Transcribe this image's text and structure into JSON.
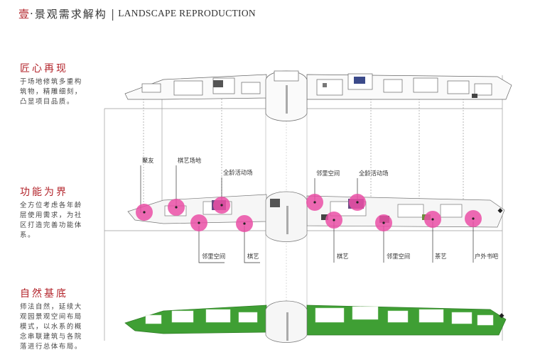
{
  "header": {
    "title_num": "壹",
    "title_dot": "·",
    "title_main": "景观需求解构",
    "divider": "|",
    "title_en": "LANDSCAPE REPRODUCTION"
  },
  "sections": [
    {
      "title": "匠心再现",
      "body": "于场地修筑多重构\n筑物，精雕细刻，\n凸显项目品质。"
    },
    {
      "title": "功能为界",
      "body": "全方位考虑各年龄\n层使用需求，为社\n区打造完善功能体\n系。"
    },
    {
      "title": "自然基底",
      "body": "师法自然，延续大\n观园景观空间布局\n模式，以水系的概\n念串联建筑与各院\n落进行总体布局。"
    }
  ],
  "labels_top": [
    "聚友",
    "棋艺场地",
    "全龄活动场",
    "邻里空间",
    "全龄活动场"
  ],
  "labels_bottom": [
    "邻里空间",
    "棋艺",
    "棋艺",
    "邻里空间",
    "茶艺",
    "户外书吧"
  ],
  "colors": {
    "accent_red": "#b3242b",
    "marker_pink": "#ea4fa6",
    "green_base": "#3f9f34"
  }
}
